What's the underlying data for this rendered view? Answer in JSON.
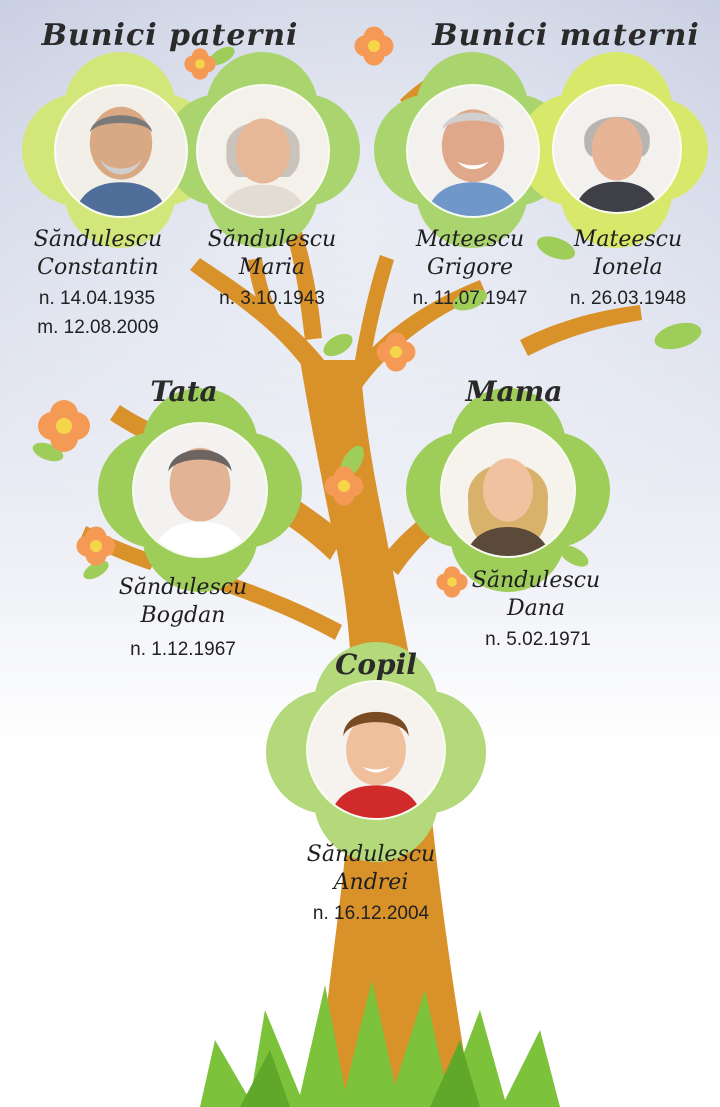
{
  "headings": {
    "paternal": "Bunici paterni",
    "maternal": "Bunici materni",
    "father": "Tata",
    "mother": "Mama",
    "child": "Copil"
  },
  "people": {
    "constantin": {
      "surname": "Săndulescu",
      "given": "Constantin",
      "born": "n. 14.04.1935",
      "died": "m. 12.08.2009"
    },
    "maria": {
      "surname": "Săndulescu",
      "given": "Maria",
      "born": "n. 3.10.1943"
    },
    "grigore": {
      "surname": "Mateescu",
      "given": "Grigore",
      "born": "n. 11.07.1947"
    },
    "ionela": {
      "surname": "Mateescu",
      "given": "Ionela",
      "born": "n. 26.03.1948"
    },
    "bogdan": {
      "surname": "Săndulescu",
      "given": "Bogdan",
      "born": "n. 1.12.1967"
    },
    "dana": {
      "surname": "Săndulescu",
      "given": "Dana",
      "born": "n. 5.02.1971"
    },
    "andrei": {
      "surname": "Săndulescu",
      "given": "Andrei",
      "born": "n. 16.12.2004"
    }
  },
  "colors": {
    "trunk": "#d9912a",
    "leaf_green": "#9fcd5a",
    "flower_light": "#d3e67a",
    "flower_mid": "#a9d46e",
    "blossom": "#f59a55",
    "grass": "#7cc23a"
  }
}
